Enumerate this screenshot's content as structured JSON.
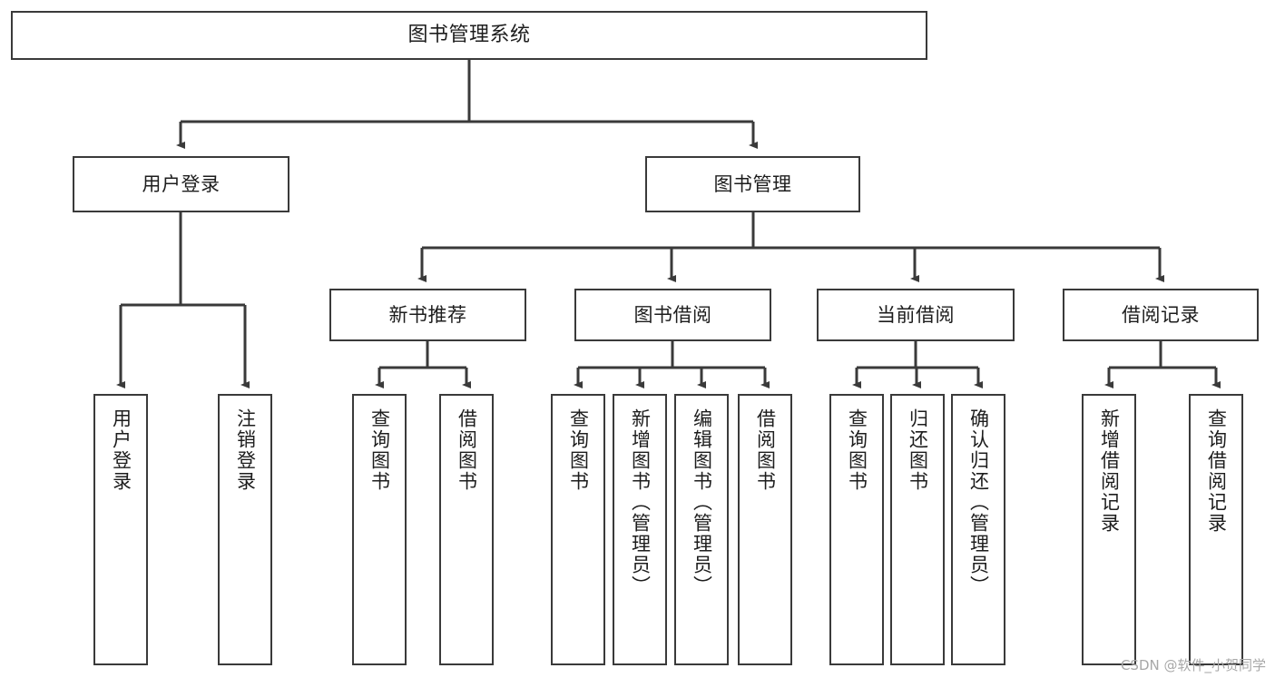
{
  "diagram": {
    "title": "图书管理系统",
    "type": "功能结构图",
    "line_color": "#3a3a3a",
    "box_fill": "#ffffff",
    "text_color": "#1d1d1d",
    "watermark": "CSDN @软件_小贺同学",
    "nodes": {
      "root": {
        "label": "图书管理系统"
      },
      "level2": [
        {
          "id": "user-login",
          "label": "用户登录"
        },
        {
          "id": "book-management",
          "label": "图书管理"
        }
      ],
      "level3": [
        {
          "id": "new-book-recommend",
          "label": "新书推荐"
        },
        {
          "id": "book-borrow",
          "label": "图书借阅"
        },
        {
          "id": "current-borrow",
          "label": "当前借阅"
        },
        {
          "id": "borrow-record",
          "label": "借阅记录"
        }
      ],
      "leaves": {
        "user-login": [
          {
            "id": "leaf-user-login",
            "label": "用户登录"
          },
          {
            "id": "leaf-logout-login",
            "label": "注销登录"
          }
        ],
        "new-book-recommend": [
          {
            "id": "leaf-query-book-1",
            "label": "查询图书"
          },
          {
            "id": "leaf-borrow-book-1",
            "label": "借阅图书"
          }
        ],
        "book-borrow": [
          {
            "id": "leaf-query-book-2",
            "label": "查询图书"
          },
          {
            "id": "leaf-add-book",
            "label": "新增图书（管理员）"
          },
          {
            "id": "leaf-edit-book",
            "label": "编辑图书（管理员）"
          },
          {
            "id": "leaf-borrow-book-2",
            "label": "借阅图书"
          }
        ],
        "current-borrow": [
          {
            "id": "leaf-query-book-3",
            "label": "查询图书"
          },
          {
            "id": "leaf-return-book",
            "label": "归还图书"
          },
          {
            "id": "leaf-confirm-return",
            "label": "确认归还（管理员）"
          }
        ],
        "borrow-record": [
          {
            "id": "leaf-add-record",
            "label": "新增借阅记录"
          },
          {
            "id": "leaf-query-record",
            "label": "查询借阅记录"
          }
        ]
      }
    }
  }
}
